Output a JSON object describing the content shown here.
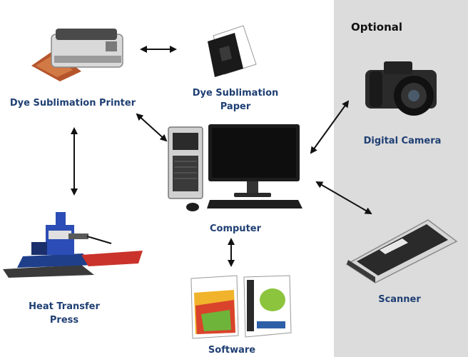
{
  "optional_section": {
    "title": "Optional"
  },
  "nodes": {
    "printer": {
      "label": "Dye Sublimation Printer"
    },
    "paper": {
      "label_line1": "Dye Sublimation",
      "label_line2": "Paper"
    },
    "computer": {
      "label": "Computer"
    },
    "press": {
      "label_line1": "Heat Transfer",
      "label_line2": "Press"
    },
    "software": {
      "label": "Software"
    },
    "camera": {
      "label": "Digital Camera"
    },
    "scanner": {
      "label": "Scanner"
    }
  },
  "colors": {
    "label": "#1f3f73",
    "panel": "#dcdcdc",
    "arrow": "#111111"
  }
}
